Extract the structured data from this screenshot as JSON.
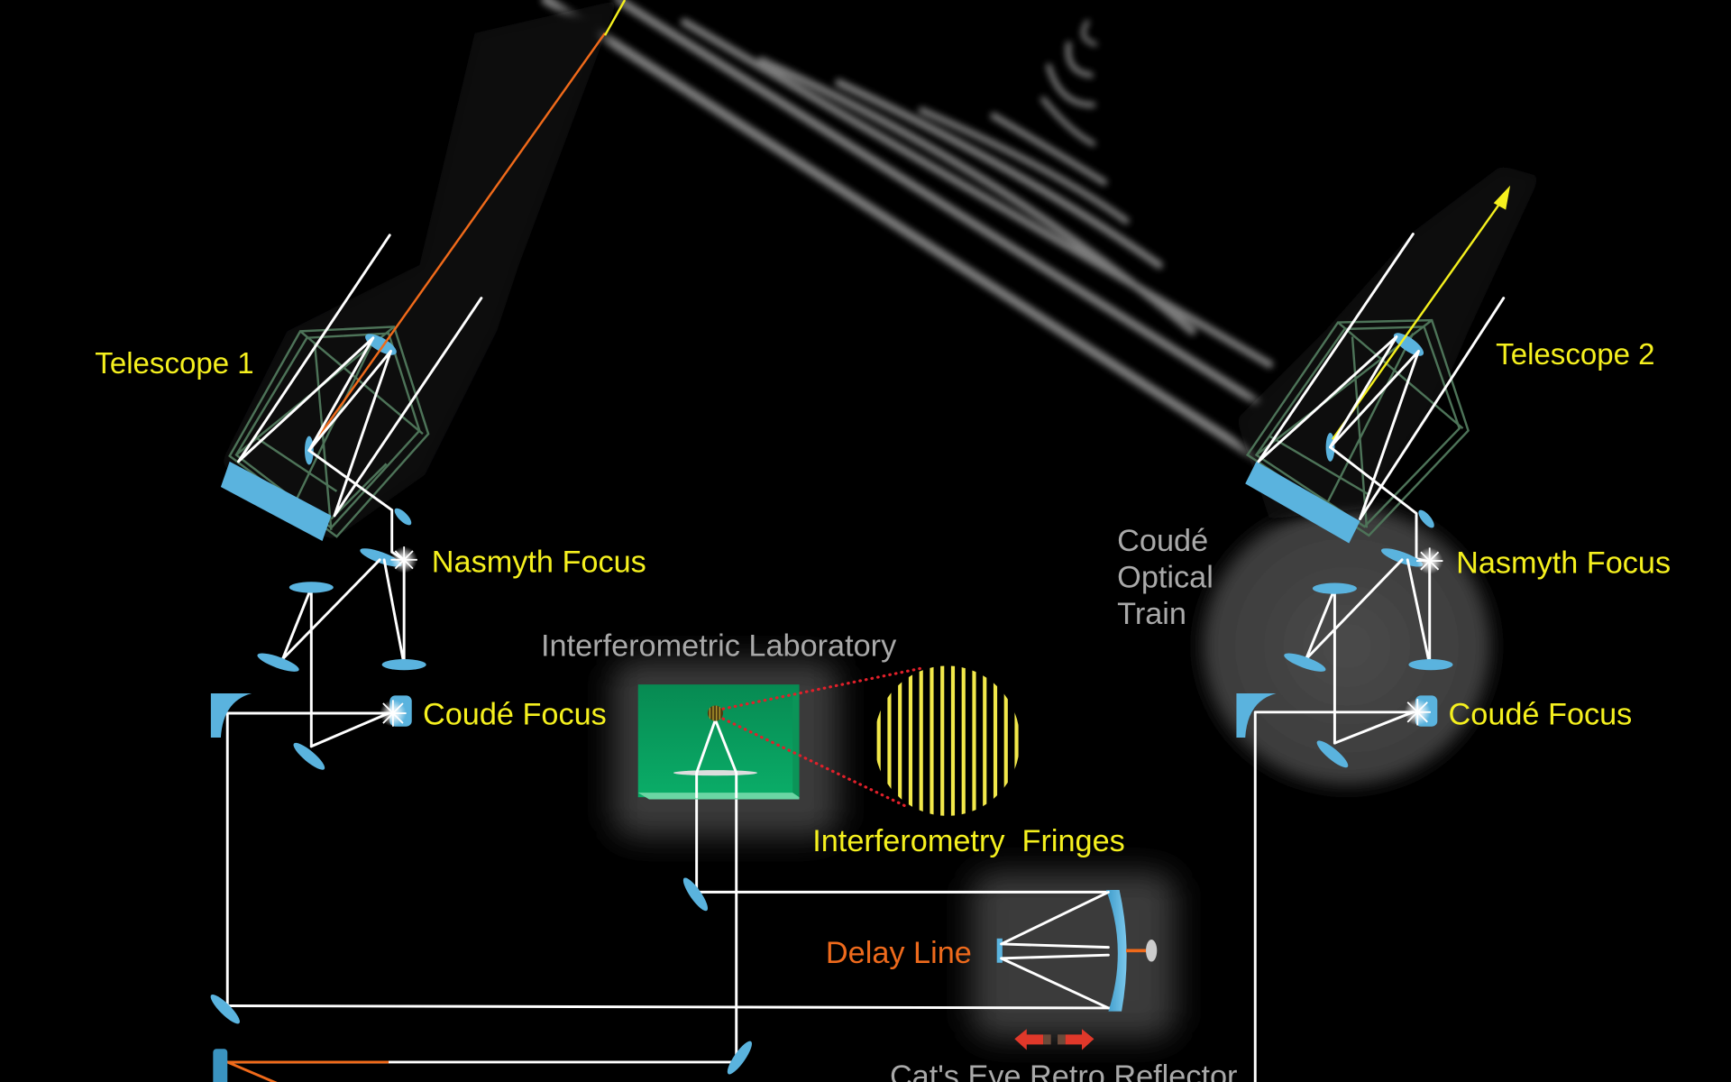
{
  "labels": {
    "telescope_1": "Telescope 1",
    "telescope_2": "Telescope 2",
    "nasmyth_focus_1": "Nasmyth Focus",
    "nasmyth_focus_2": "Nasmyth Focus",
    "coude_focus_1": "Coudé Focus",
    "coude_focus_2": "Coudé Focus",
    "coude_optical_train": [
      "Coudé",
      "Optical",
      "Train"
    ],
    "interferometric_laboratory": "Interferometric Laboratory",
    "interferometry_fringes": "Interferometry  Fringes",
    "delay_line": "Delay Line",
    "cats_eye": "Cat's Eye Retro Reflector"
  },
  "colors": {
    "background": "#000000",
    "label_yellow": "#f5f01e",
    "label_gray": "#a9a9a9",
    "label_orange": "#ee6a1c",
    "mirror_blue": "#5ab3de",
    "truss_green": "#4d7358",
    "lab_green": "#0a9a5c",
    "fringe_yellow": "#f2e84a",
    "beam_orange": "#f06a1a",
    "dotted_red": "#e0202a"
  },
  "icons": {
    "focus_star": "sparkle-star-icon",
    "delay_arrows": "double-arrow-icon",
    "star_arrow": "arrow-up-right-icon"
  }
}
